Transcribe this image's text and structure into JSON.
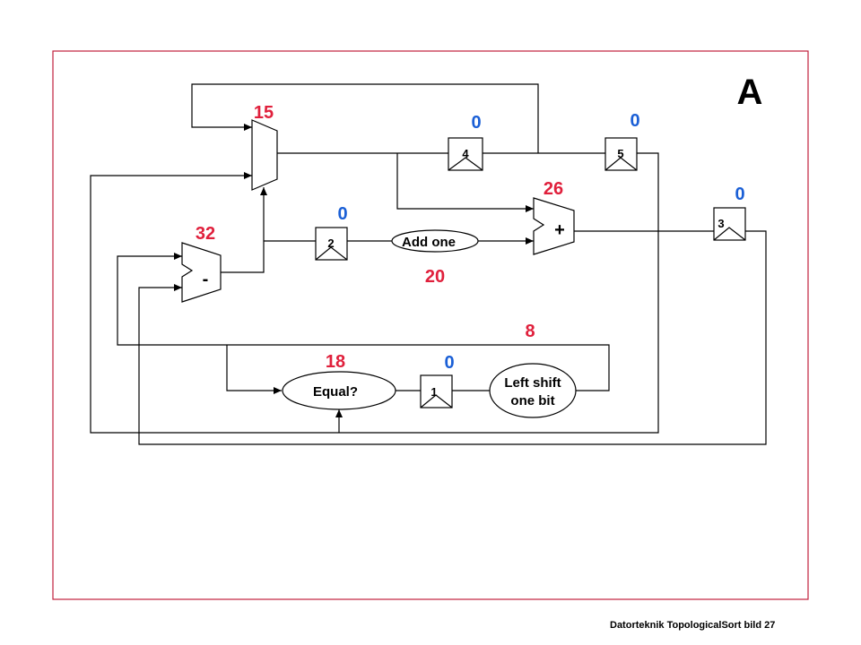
{
  "title": "A",
  "footer": "Datorteknik TopologicalSort bild 27",
  "colors": {
    "value_red": "#e0203c",
    "value_blue": "#1a5fd6",
    "frame": "#c0203c"
  },
  "registers": {
    "r1": "1",
    "r2": "2",
    "r3": "3",
    "r4": "4",
    "r5": "5"
  },
  "units": {
    "add_one": "Add one",
    "equal": "Equal?",
    "shift_line1": "Left shift",
    "shift_line2": "one bit",
    "adder_sign": "+",
    "subtractor_sign": "-"
  },
  "values": {
    "mux_out": "15",
    "reg4": "0",
    "reg5": "0",
    "adder_out": "26",
    "reg3": "0",
    "reg2": "0",
    "sub_out": "32",
    "add_one_out": "20",
    "shift_out": "8",
    "equal_in": "18",
    "reg1": "0"
  }
}
